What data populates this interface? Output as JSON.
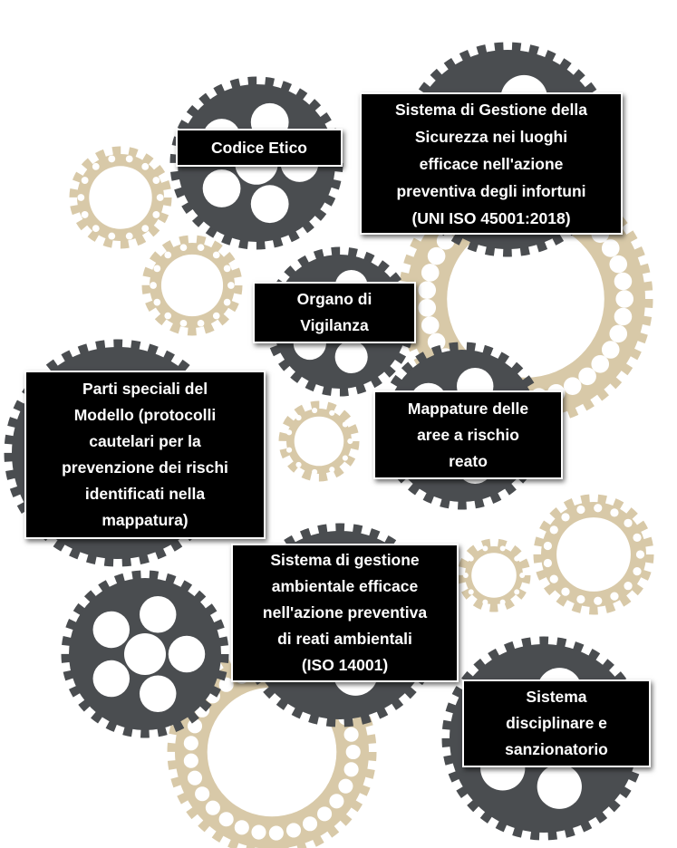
{
  "boxes": {
    "codice_etico": "Codice Etico",
    "sicurezza": "Sistema di Gestione della\nSicurezza nei luoghi\nefficace nell'azione\npreventiva degli infortuni\n(UNI ISO 45001:2018)",
    "organo": "Organo di\nVigilanza",
    "parti_speciali": "Parti speciali del\nModello (protocolli\ncautelari per la\nprevenzione dei rischi\nidentificati nella\nmappatura)",
    "mappature": "Mappature delle\naree a rischio\nreato",
    "ambientale": "Sistema di gestione\nambientale efficace\nnell'azione preventiva\ndi reati ambientali\n(ISO 14001)",
    "disciplinare": "Sistema\ndisciplinare e\nsanzionatorio"
  },
  "colors": {
    "dark_gear": "#4a4d50",
    "light_gear": "#d8c9a8",
    "box": "#000000",
    "text": "#ffffff"
  }
}
